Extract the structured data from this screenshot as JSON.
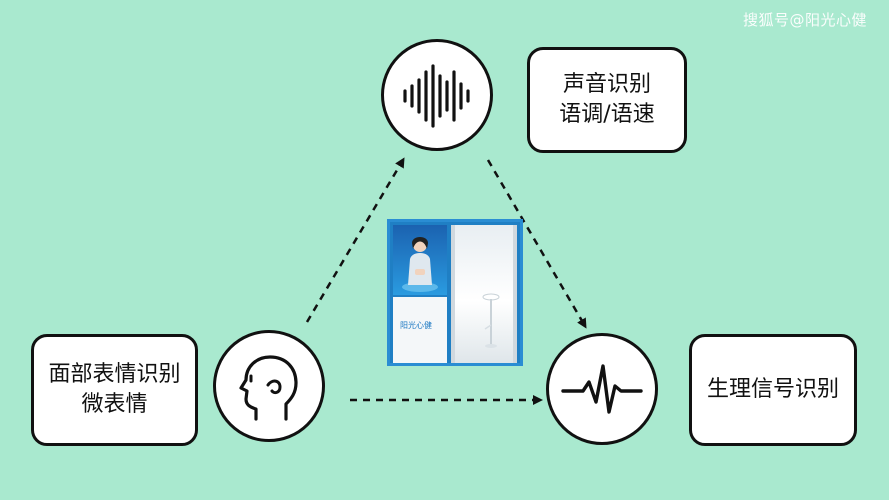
{
  "watermark": "搜狐号@阳光心健",
  "nodes": {
    "voice": {
      "icon": "sound-wave-icon",
      "lines": [
        "声音识别",
        "语调/语速"
      ]
    },
    "face": {
      "icon": "head-profile-icon",
      "lines": [
        "面部表情识别",
        "微表情"
      ]
    },
    "physio": {
      "icon": "heartbeat-icon",
      "lines": [
        "生理信号识别"
      ]
    }
  },
  "device": {
    "logo_text": "阳光心健"
  },
  "colors": {
    "background": "#a9e9cf",
    "stroke": "#111111",
    "device_blue": "#1f7fc4"
  }
}
